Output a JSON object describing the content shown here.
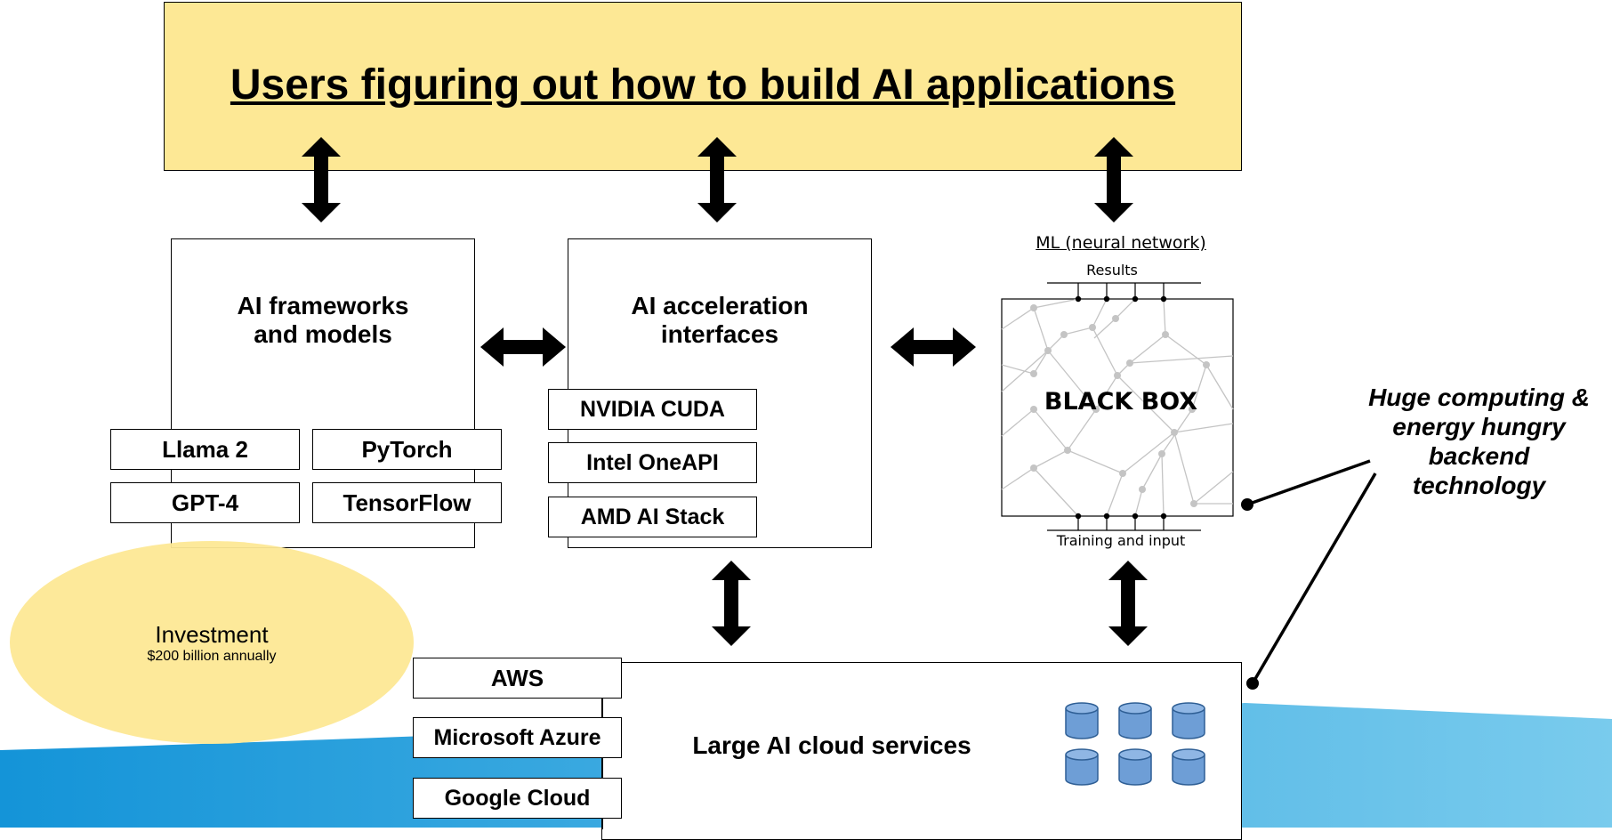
{
  "users": {
    "title": "Users figuring out how to build AI applications"
  },
  "frameworks": {
    "title_line1": "AI frameworks",
    "title_line2": "and models",
    "items": [
      "Llama 2",
      "PyTorch",
      "GPT-4",
      "TensorFlow"
    ]
  },
  "acceleration": {
    "title_line1": "AI acceleration",
    "title_line2": "interfaces",
    "items": [
      "NVIDIA CUDA",
      "Intel OneAPI",
      "AMD AI Stack"
    ]
  },
  "ml": {
    "heading": "ML (neural network)",
    "results_label": "Results",
    "box_label": "BLACK BOX",
    "input_label": "Training and input"
  },
  "side_note": {
    "line1": "Huge computing &",
    "line2": "energy hungry",
    "line3": "backend",
    "line4": "technology"
  },
  "investment": {
    "label": "Investment",
    "sub": "$200 billion annually"
  },
  "cloud": {
    "title": "Large AI cloud services",
    "providers": [
      "AWS",
      "Microsoft Azure",
      "Google Cloud"
    ],
    "database_icon_count": 6
  },
  "colors": {
    "users_fill": "#fde895",
    "investment_fill": "#fde895",
    "wave_dark": "#1696d9",
    "wave_light": "#6ec6ea",
    "database_fill": "#6e9ed6",
    "database_stroke": "#2f5f95"
  }
}
